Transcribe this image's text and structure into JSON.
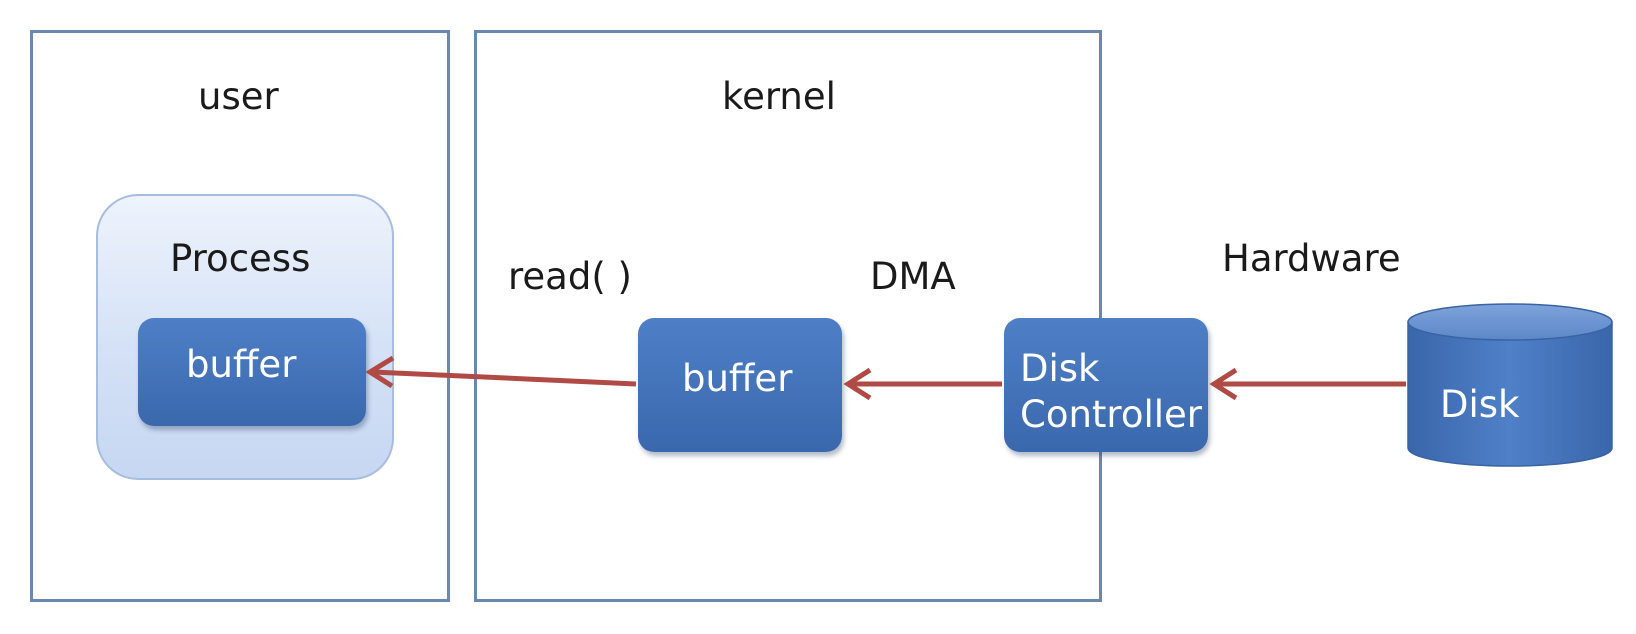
{
  "regions": {
    "user": "user",
    "kernel": "kernel",
    "hardware": "Hardware"
  },
  "process": {
    "label": "Process",
    "buffer": "buffer"
  },
  "kernel_side": {
    "call": "read( )",
    "dma": "DMA",
    "buffer": "buffer"
  },
  "hardware_side": {
    "controller_line1": "Disk",
    "controller_line2": "Controller",
    "disk": "Disk"
  },
  "colors": {
    "frame": "#6a88ad",
    "box_fill": "#4472c4",
    "process_fill": "#d4e1f6",
    "arrow": "#b04a45"
  }
}
